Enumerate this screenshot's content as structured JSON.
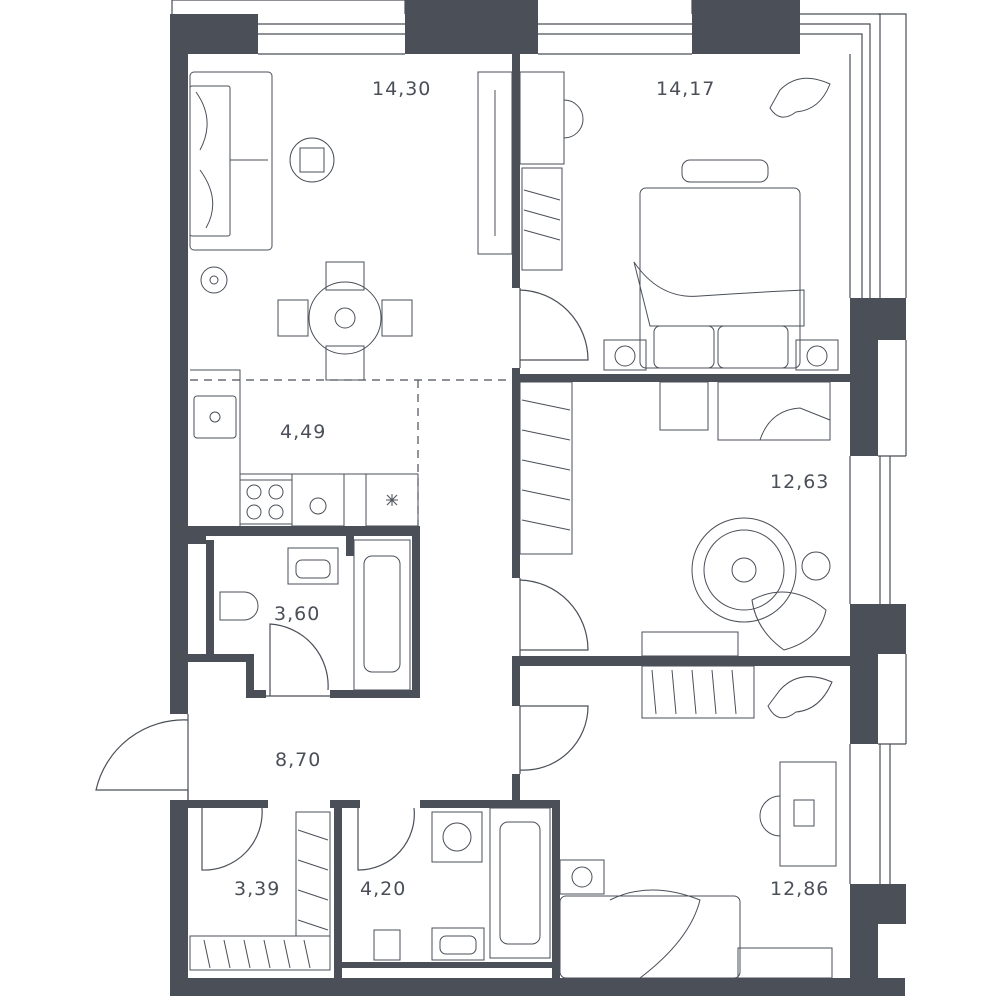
{
  "colors": {
    "wall": "#4a4f58",
    "background": "#ffffff"
  },
  "rooms": [
    {
      "id": "living",
      "area": "14,30"
    },
    {
      "id": "bedroom-top",
      "area": "14,17"
    },
    {
      "id": "kitchen",
      "area": "4,49"
    },
    {
      "id": "bedroom-middle",
      "area": "12,63"
    },
    {
      "id": "bathroom-top",
      "area": "3,60"
    },
    {
      "id": "hall",
      "area": "8,70"
    },
    {
      "id": "closet",
      "area": "3,39"
    },
    {
      "id": "bathroom-bottom",
      "area": "4,20"
    },
    {
      "id": "bedroom-bottom",
      "area": "12,86"
    }
  ]
}
